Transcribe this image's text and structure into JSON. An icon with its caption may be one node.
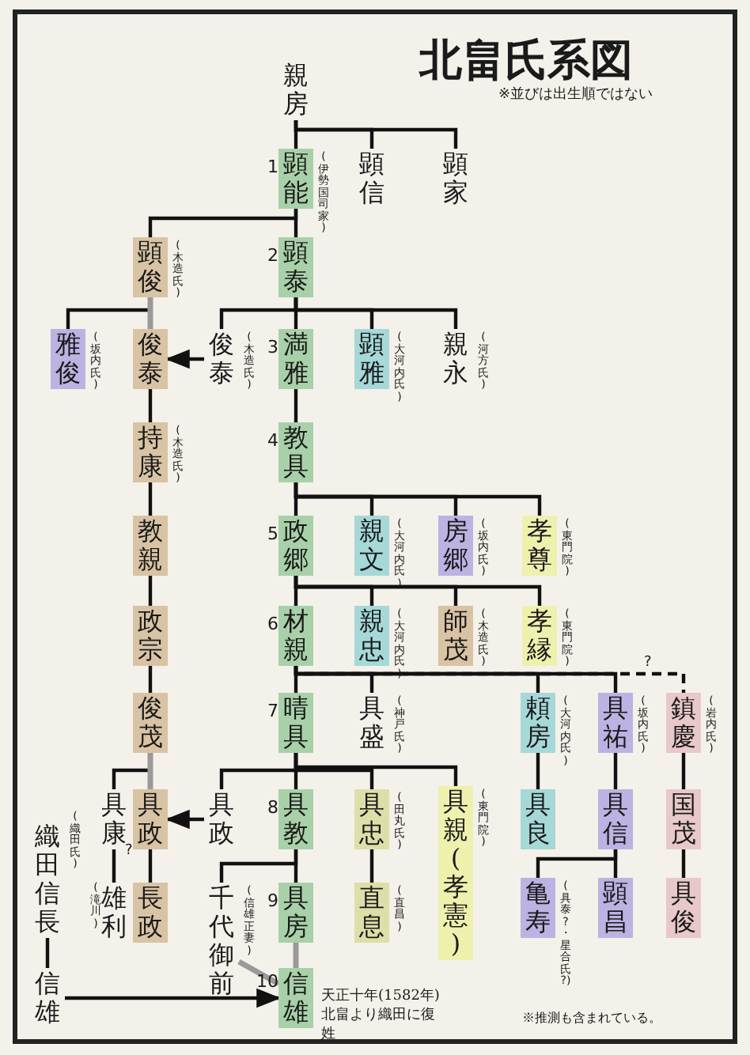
{
  "diagram": {
    "title": "北畠氏系図",
    "nodes": [
      {
        "text": [
          "親房"
        ]
      },
      {
        "text": [
          "顕能"
        ],
        "beside": [
          "(伊勢国司家)"
        ]
      },
      {
        "text": [
          "顕信"
        ]
      },
      {
        "text": [
          "顕家"
        ]
      },
      {
        "text": [
          "顕俊"
        ],
        "beside": [
          "(木造氏)"
        ]
      },
      {
        "text": [
          "顕泰"
        ]
      },
      {
        "text": [
          "雅俊"
        ],
        "beside": [
          "(坂内氏)"
        ]
      },
      {
        "text": [
          "俊泰"
        ]
      },
      {
        "text": [
          "俊泰"
        ],
        "beside": [
          "(木造氏)"
        ]
      },
      {
        "text": [
          "満雅"
        ]
      },
      {
        "text": [
          "顕雅"
        ],
        "beside": [
          "(大河内氏)"
        ]
      },
      {
        "text": [
          "親永"
        ],
        "beside": [
          "(河方氏)"
        ]
      },
      {
        "text": [
          "持康"
        ],
        "beside": [
          "(木造氏)"
        ]
      },
      {
        "text": [
          "教具"
        ]
      },
      {
        "text": [
          "教親"
        ]
      },
      {
        "text": [
          "政郷"
        ]
      },
      {
        "text": [
          "親文"
        ],
        "beside": [
          "(大河内氏)"
        ]
      },
      {
        "text": [
          "房郷"
        ],
        "beside": [
          "(坂内氏)"
        ]
      },
      {
        "text": [
          "孝尊"
        ],
        "beside": [
          "(東門院)"
        ]
      },
      {
        "text": [
          "政宗"
        ]
      },
      {
        "text": [
          "材親"
        ]
      },
      {
        "text": [
          "親忠"
        ],
        "beside": [
          "(大河内氏)"
        ]
      },
      {
        "text": [
          "師茂"
        ],
        "beside": [
          "(木造氏)"
        ]
      },
      {
        "text": [
          "孝縁"
        ],
        "beside": [
          "(東門院)"
        ]
      },
      {
        "text": [
          "俊茂"
        ]
      },
      {
        "text": [
          "晴具"
        ]
      },
      {
        "text": [
          "具盛"
        ],
        "beside": [
          "(神戸氏)"
        ]
      },
      {
        "text": [
          "頼房"
        ],
        "beside": [
          "(大河内氏)"
        ]
      },
      {
        "text": [
          "具祐"
        ],
        "beside": [
          "(坂内氏)"
        ]
      },
      {
        "text": [
          "鎮慶"
        ],
        "beside": [
          "(岩内氏)"
        ]
      },
      {
        "text": [
          "具康"
        ]
      },
      {
        "text": [
          "具政"
        ]
      },
      {
        "text": [
          "具政"
        ]
      },
      {
        "text": [
          "具教"
        ]
      },
      {
        "text": [
          "具忠"
        ],
        "beside": [
          "(田丸氏)"
        ]
      },
      {
        "text": [
          "具親(孝憲)"
        ],
        "beside": [
          "(東門院)"
        ]
      },
      {
        "text": [
          "具良"
        ]
      },
      {
        "text": [
          "具信"
        ]
      },
      {
        "text": [
          "国茂"
        ]
      },
      {
        "text": [
          "織田信長"
        ],
        "beside": [
          "(織田氏)"
        ]
      },
      {
        "text": [
          "雄利"
        ],
        "beside": [
          "(滝川)"
        ]
      },
      {
        "text": [
          "長政"
        ]
      },
      {
        "text": [
          "千代御前"
        ],
        "beside": [
          "(信雄正妻)"
        ]
      },
      {
        "text": [
          "具房"
        ]
      },
      {
        "text": [
          "直息"
        ],
        "beside": [
          "(直昌)"
        ]
      },
      {
        "text": [
          "亀寿"
        ],
        "beside": [
          "(具泰?・星合氏?)"
        ]
      },
      {
        "text": [
          "顕昌"
        ]
      },
      {
        "text": [
          "具俊"
        ]
      },
      {
        "text": [
          "信雄"
        ]
      },
      {
        "text": [
          "信雄"
        ]
      }
    ],
    "edges": [
      {
        "from": 0,
        "to": 1,
        "arrow": "none"
      },
      {
        "from": 0,
        "to": 2,
        "arrow": "none"
      },
      {
        "from": 0,
        "to": 3,
        "arrow": "none"
      },
      {
        "from": 1,
        "to": 4,
        "arrow": "none"
      },
      {
        "from": 1,
        "to": 5,
        "arrow": "none"
      },
      {
        "from": 4,
        "to": 6,
        "arrow": "none"
      },
      {
        "from": 4,
        "to": 7,
        "arrow": "none",
        "color": "#9a9a9a"
      },
      {
        "from": 5,
        "to": 8,
        "arrow": "none"
      },
      {
        "from": 5,
        "to": 9,
        "arrow": "none"
      },
      {
        "from": 5,
        "to": 10,
        "arrow": "none"
      },
      {
        "from": 5,
        "to": 11,
        "arrow": "none"
      },
      {
        "from": 8,
        "to": 7,
        "arrow": "to"
      },
      {
        "from": 7,
        "to": 12,
        "arrow": "none"
      },
      {
        "from": 12,
        "to": 14,
        "arrow": "none"
      },
      {
        "from": 14,
        "to": 19,
        "arrow": "none"
      },
      {
        "from": 19,
        "to": 24,
        "arrow": "none"
      },
      {
        "from": 9,
        "to": 13,
        "arrow": "none"
      },
      {
        "from": 13,
        "to": 15,
        "arrow": "none"
      },
      {
        "from": 13,
        "to": 16,
        "arrow": "none"
      },
      {
        "from": 13,
        "to": 17,
        "arrow": "none"
      },
      {
        "from": 13,
        "to": 18,
        "arrow": "none"
      },
      {
        "from": 15,
        "to": 20,
        "arrow": "none"
      },
      {
        "from": 15,
        "to": 21,
        "arrow": "none"
      },
      {
        "from": 15,
        "to": 22,
        "arrow": "none"
      },
      {
        "from": 15,
        "to": 23,
        "arrow": "none"
      },
      {
        "from": 20,
        "to": 25,
        "arrow": "none"
      },
      {
        "from": 20,
        "to": 26,
        "arrow": "none"
      },
      {
        "from": 20,
        "to": 27,
        "arrow": "none"
      },
      {
        "from": 20,
        "to": 28,
        "arrow": "none"
      },
      {
        "from": 20,
        "to": 29,
        "arrow": "none",
        "style": "dashed",
        "label": "?"
      },
      {
        "from": 24,
        "to": 30,
        "arrow": "none"
      },
      {
        "from": 24,
        "to": 31,
        "arrow": "none",
        "color": "#9a9a9a"
      },
      {
        "from": 25,
        "to": 32,
        "arrow": "none"
      },
      {
        "from": 25,
        "to": 33,
        "arrow": "none"
      },
      {
        "from": 25,
        "to": 34,
        "arrow": "none"
      },
      {
        "from": 25,
        "to": 35,
        "arrow": "none"
      },
      {
        "from": 32,
        "to": 31,
        "arrow": "to"
      },
      {
        "from": 30,
        "to": 40,
        "arrow": "none",
        "label": "?"
      },
      {
        "from": 31,
        "to": 41,
        "arrow": "none"
      },
      {
        "from": 33,
        "to": 42,
        "arrow": "none"
      },
      {
        "from": 33,
        "to": 43,
        "arrow": "none"
      },
      {
        "from": 34,
        "to": 44,
        "arrow": "none"
      },
      {
        "from": 27,
        "to": 36,
        "arrow": "none"
      },
      {
        "from": 28,
        "to": 37,
        "arrow": "none"
      },
      {
        "from": 29,
        "to": 38,
        "arrow": "none"
      },
      {
        "from": 37,
        "to": 45,
        "arrow": "none"
      },
      {
        "from": 37,
        "to": 46,
        "arrow": "none"
      },
      {
        "from": 38,
        "to": 47,
        "arrow": "none"
      },
      {
        "from": 39,
        "to": 48,
        "arrow": "none"
      },
      {
        "from": 43,
        "to": 49,
        "arrow": "none",
        "color": "#9a9a9a"
      },
      {
        "from": 42,
        "to": 49,
        "arrow": "none",
        "color": "#9a9a9a"
      },
      {
        "from": 48,
        "to": 49,
        "arrow": "to"
      }
    ],
    "labels": [
      "※並びは出生順ではない",
      "1",
      "2",
      "3",
      "4",
      "5",
      "6",
      "7",
      "8",
      "9",
      "10",
      "天正十年(1582年)北畠より織田に復姓",
      "※推測も含まれている。"
    ]
  }
}
